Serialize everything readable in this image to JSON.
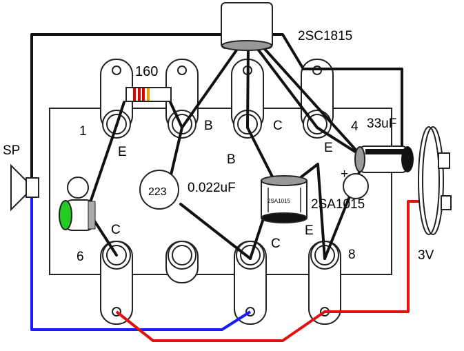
{
  "components": {
    "transistor_npn": {
      "label": "2SC1815"
    },
    "transistor_pnp": {
      "label": "2SA1015",
      "body_text": "2SA1015"
    },
    "resistor": {
      "label": "160",
      "bands": [
        "#e00000",
        "#e00000",
        "#e00000",
        "#f0a000"
      ]
    },
    "ceramic_capacitor": {
      "code": "223",
      "value": "0.022uF"
    },
    "electrolytic_capacitor": {
      "label": "33uF",
      "polarity": "+"
    },
    "speaker": {
      "label": "SP"
    },
    "battery": {
      "label": "3V"
    },
    "led": {
      "color": "#22cc22"
    }
  },
  "terminal_labels": {
    "n1": "1",
    "n4": "4",
    "n6": "6",
    "n8": "8",
    "e1": "E",
    "b1": "B",
    "c1": "C",
    "e2": "E",
    "b2": "B",
    "c_left": "C",
    "c_mid": "C",
    "e3": "E"
  },
  "wire_colors": {
    "black": "#111111",
    "blue": "#1a1aff",
    "red": "#e01010"
  }
}
